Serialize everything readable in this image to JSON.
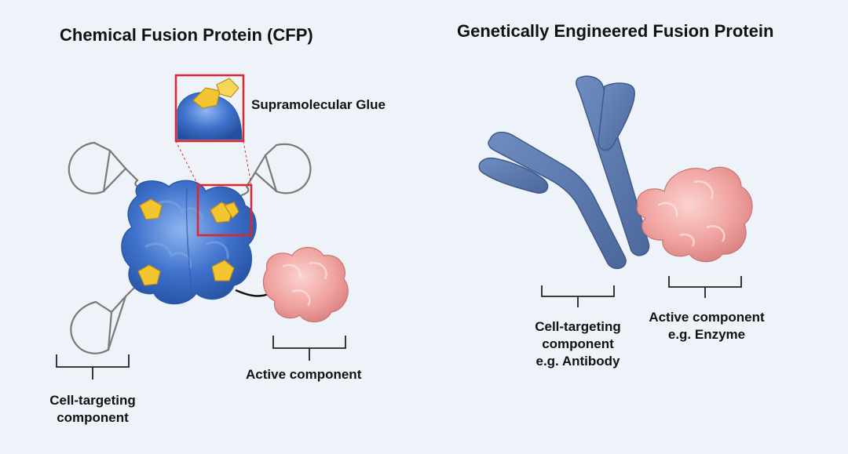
{
  "panels": {
    "cfp": {
      "title": "Chemical Fusion Protein (CFP)",
      "glue_label": "Supramolecular  Glue",
      "active_label": "Active component",
      "targeting_label": "Cell-targeting\ncomponent"
    },
    "gefp": {
      "title": "Genetically Engineered Fusion Protein",
      "targeting_label": "Cell-targeting\ncomponent\ne.g. Antibody",
      "active_label": "Active component\ne.g. Enzyme"
    }
  },
  "colors": {
    "background": "#eef3f9",
    "protein_blue": "#3d6fc9",
    "glue_yellow": "#f2c531",
    "enzyme_pink": "#f0a3a3",
    "antibody": "#5b79ad",
    "highlight_box": "#e0262b",
    "linker": "#707070"
  }
}
